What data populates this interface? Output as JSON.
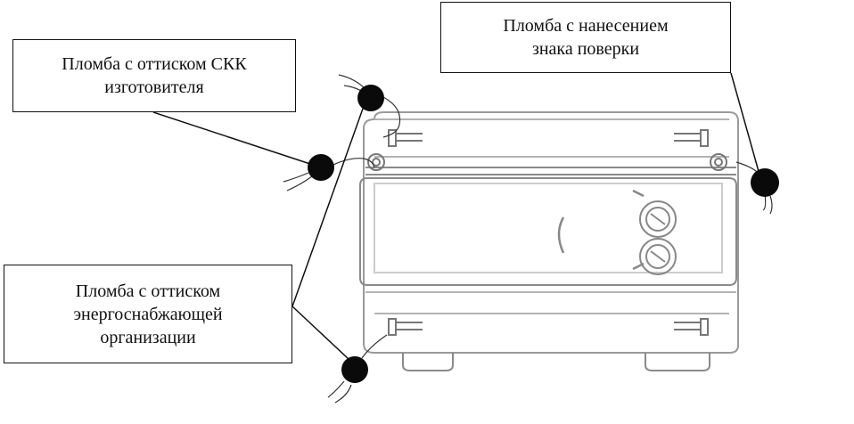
{
  "labels": {
    "manufacturer_seal": "Пломба с оттиском СКК\nизготовителя",
    "verification_seal": "Пломба с нанесением\nзнака поверки",
    "supplier_seal": "Пломба с оттиском\nэнергоснабжающей\nорганизации"
  },
  "colors": {
    "line": "#111111",
    "seal": "#0a0a0a",
    "device_outline": "#9a9a9a"
  }
}
